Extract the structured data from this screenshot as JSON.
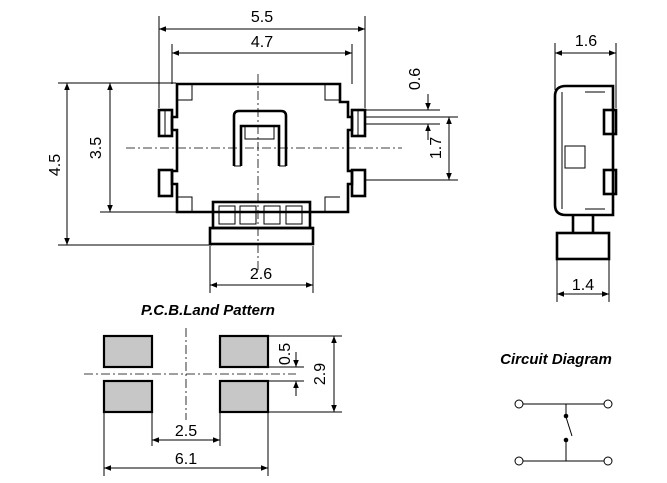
{
  "top_view": {
    "dim_width_overall": "5.5",
    "dim_width_body": "4.7",
    "dim_height_overall": "4.5",
    "dim_height_body": "3.5",
    "dim_terminal_pitch": "0.6",
    "dim_terminal_span": "1.7",
    "dim_actuator_width": "2.6"
  },
  "side_view": {
    "dim_thickness": "1.6",
    "dim_base": "1.4"
  },
  "land_pattern": {
    "title": "P.C.B.Land Pattern",
    "dim_gap": "0.5",
    "dim_height": "2.9",
    "dim_inner": "2.5",
    "dim_outer": "6.1"
  },
  "circuit": {
    "title": "Circuit Diagram"
  }
}
